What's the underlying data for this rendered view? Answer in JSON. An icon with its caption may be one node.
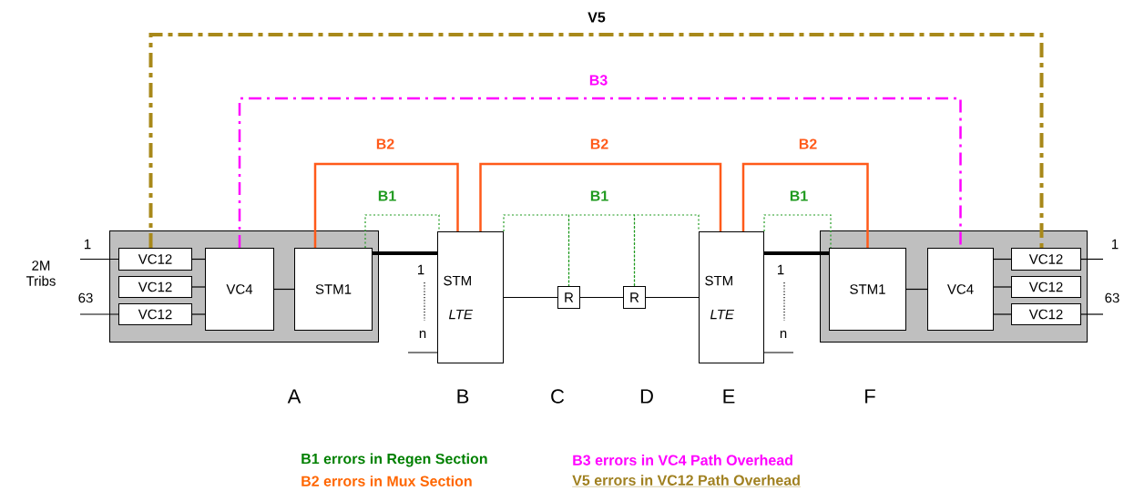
{
  "diagram": {
    "nodes": [
      {
        "text": [],
        "shape": "box",
        "beside": [
          "A"
        ]
      },
      {
        "text": [
          "VC12"
        ],
        "in": 0
      },
      {
        "text": [
          "VC12"
        ],
        "in": 0
      },
      {
        "text": [
          "VC12"
        ],
        "in": 0
      },
      {
        "text": [
          "VC4"
        ],
        "in": 0
      },
      {
        "text": [
          "STM1"
        ],
        "in": 0
      },
      {
        "text": [
          "STM",
          "LTE"
        ],
        "beside": [
          "B"
        ]
      },
      {
        "text": [
          "R"
        ]
      },
      {
        "text": [
          "R"
        ]
      },
      {
        "text": [
          "STM",
          "LTE"
        ],
        "beside": [
          "E"
        ]
      },
      {
        "text": [],
        "shape": "box",
        "beside": [
          "F"
        ]
      },
      {
        "text": [
          "STM1"
        ],
        "in": 10
      },
      {
        "text": [
          "VC4"
        ],
        "in": 10
      },
      {
        "text": [
          "VC12"
        ],
        "in": 10
      },
      {
        "text": [
          "VC12"
        ],
        "in": 10
      },
      {
        "text": [
          "VC12"
        ],
        "in": 10
      }
    ],
    "edges": [
      {
        "from": 1,
        "to": 4,
        "arrow": "none"
      },
      {
        "from": 2,
        "to": 4,
        "arrow": "none"
      },
      {
        "from": 3,
        "to": 4,
        "arrow": "none"
      },
      {
        "from": 4,
        "to": 5,
        "arrow": "none"
      },
      {
        "from": 5,
        "to": 6,
        "arrow": "none",
        "style": "thick"
      },
      {
        "from": 6,
        "to": 7,
        "arrow": "none"
      },
      {
        "from": 7,
        "to": 8,
        "arrow": "none"
      },
      {
        "from": 8,
        "to": 9,
        "arrow": "none"
      },
      {
        "from": 9,
        "to": 11,
        "arrow": "none",
        "style": "thick"
      },
      {
        "from": 11,
        "to": 12,
        "arrow": "none"
      },
      {
        "from": 12,
        "to": 13,
        "arrow": "none"
      },
      {
        "from": 12,
        "to": 14,
        "arrow": "none"
      },
      {
        "from": 12,
        "to": 15,
        "arrow": "none"
      },
      {
        "from": null,
        "to": 1,
        "arrow": "none"
      },
      {
        "from": null,
        "to": 3,
        "arrow": "none"
      },
      {
        "from": 13,
        "to": null,
        "arrow": "none"
      },
      {
        "from": 15,
        "to": null,
        "arrow": "none"
      },
      {
        "from": null,
        "to": 6,
        "arrow": "none"
      },
      {
        "from": 9,
        "to": null,
        "arrow": "none"
      },
      {
        "from": 1,
        "to": 13,
        "arrow": "none",
        "label": "V5",
        "style": "dashed",
        "color": "#a8891a"
      },
      {
        "from": 4,
        "to": 12,
        "arrow": "none",
        "label": "B3",
        "style": "dashed",
        "color": "#ff00ff"
      },
      {
        "from": 5,
        "to": 6,
        "arrow": "none",
        "label": "B2",
        "color": "#ff5a1a"
      },
      {
        "from": 6,
        "to": 9,
        "arrow": "none",
        "label": "B2",
        "color": "#ff5a1a"
      },
      {
        "from": 9,
        "to": 11,
        "arrow": "none",
        "label": "B2",
        "color": "#ff5a1a"
      },
      {
        "from": 5,
        "to": 6,
        "arrow": "none",
        "label": "B1",
        "style": "dashed",
        "color": "#1f9a1f"
      },
      {
        "from": 6,
        "to": 7,
        "arrow": "none",
        "style": "dashed",
        "color": "#1f9a1f"
      },
      {
        "from": 7,
        "to": 8,
        "arrow": "none",
        "label": "B1",
        "style": "dashed",
        "color": "#1f9a1f"
      },
      {
        "from": 8,
        "to": 9,
        "arrow": "none",
        "style": "dashed",
        "color": "#1f9a1f"
      },
      {
        "from": 9,
        "to": 11,
        "arrow": "none",
        "label": "B1",
        "style": "dashed",
        "color": "#1f9a1f"
      }
    ],
    "labels": [
      "2M Tribs",
      "1",
      "63",
      "1",
      "n",
      "1",
      "n",
      "1",
      "63",
      "C",
      "D"
    ],
    "legend": [
      {
        "text": "B1 errors in Regen Section",
        "color": "#008000"
      },
      {
        "text": "B2 errors in Mux Section",
        "color": "#ff6600"
      },
      {
        "text": "B3 errors in VC4 Path Overhead",
        "color": "#ff00ff"
      },
      {
        "text": "V5 errors in VC12 Path Overhead",
        "color": "#a08020"
      }
    ]
  }
}
